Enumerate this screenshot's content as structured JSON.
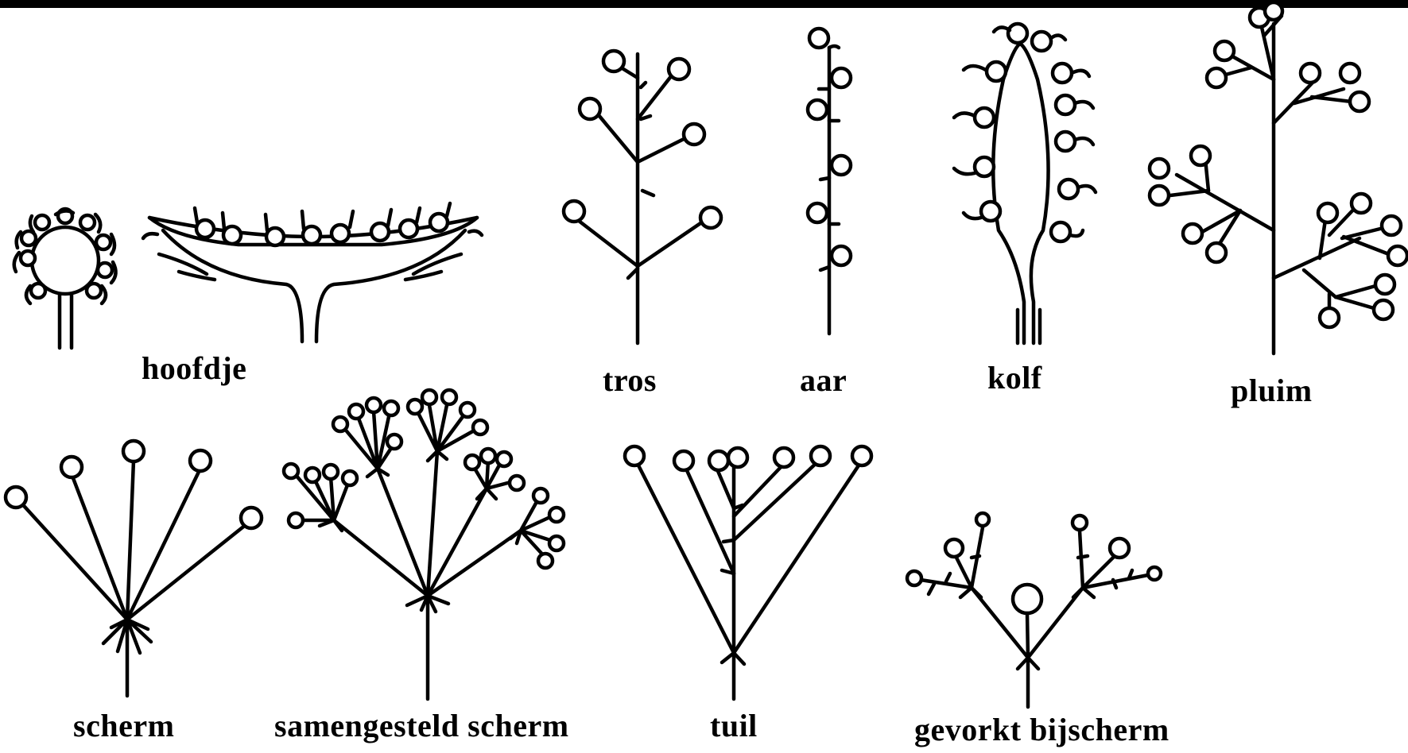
{
  "colors": {
    "background": "#ffffff",
    "ink": "#000000",
    "top_bar": "#000000"
  },
  "labels": {
    "hoofdje": "hoofdje",
    "tros": "tros",
    "aar": "aar",
    "kolf": "kolf",
    "pluim": "pluim",
    "scherm": "scherm",
    "samengesteld_scherm": "samengesteld scherm",
    "tuil": "tuil",
    "gevorkt_bijscherm": "gevorkt bijscherm"
  }
}
